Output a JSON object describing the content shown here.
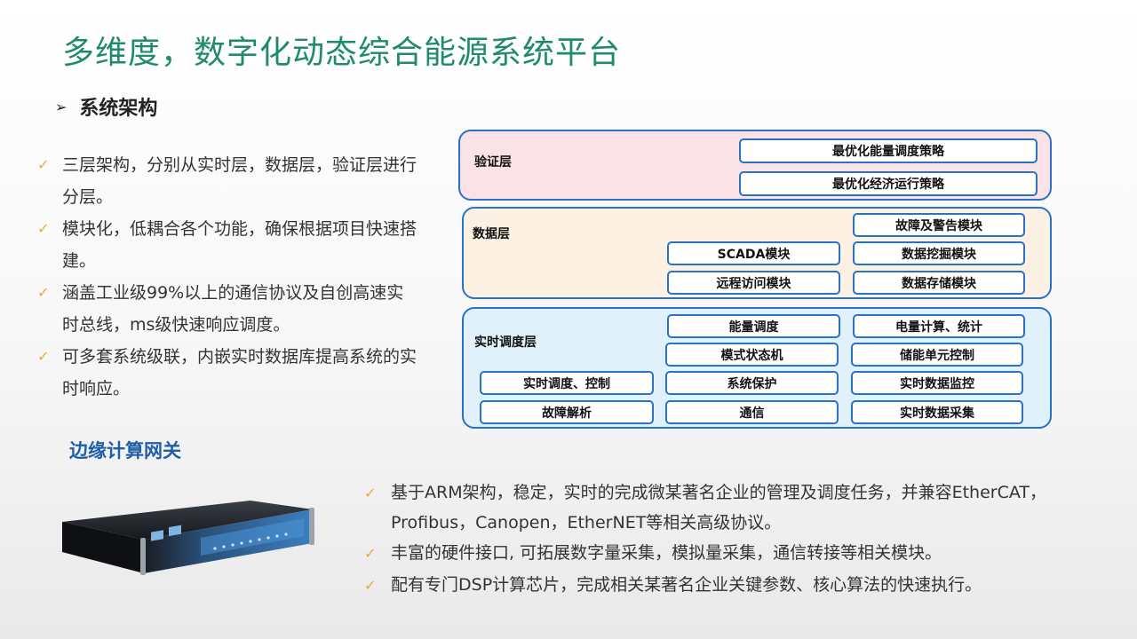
{
  "title": "多维度，数字化动态综合能源系统平台",
  "section": "系统架构",
  "bullets": [
    "三层架构，分别从实时层，数据层，验证层进行分层。",
    "模块化，低耦合各个功能，确保根据项目快速搭建。",
    "涵盖工业级99%以上的通信协议及自创高速实时总线，ms级快速响应调度。",
    "可多套系统级联，内嵌实时数据库提高系统的实时响应。"
  ],
  "architecture": {
    "verify_layer": {
      "label": "验证层",
      "modules": [
        "最优化能量调度策略",
        "最优化经济运行策略"
      ]
    },
    "data_layer": {
      "label": "数据层",
      "modules": [
        "故障及警告模块",
        "SCADA模块",
        "数据挖掘模块",
        "远程访问模块",
        "数据存储模块"
      ]
    },
    "realtime_layer": {
      "label": "实时调度层",
      "modules": [
        "能量调度",
        "电量计算、统计",
        "模式状态机",
        "储能单元控制",
        "实时调度、控制",
        "系统保护",
        "实时数据监控",
        "故障解析",
        "通信",
        "实时数据采集"
      ]
    }
  },
  "gateway": {
    "title": "边缘计算网关",
    "bullets": [
      "基于ARM架构，稳定，实时的完成微某著名企业的管理及调度任务，并兼容EtherCAT，Profibus，Canopen，EtherNET等相关高级协议。",
      "丰富的硬件接口, 可拓展数字量采集，模拟量采集，通信转接等相关模块。",
      "配有专门DSP计算芯片，完成相关某著名企业关键参数、核心算法的快速执行。"
    ]
  },
  "colors": {
    "title": "#1f8a6e",
    "accent": "#2a72c8",
    "check": "#e8a93a",
    "gateway_title": "#1f5fa8"
  }
}
